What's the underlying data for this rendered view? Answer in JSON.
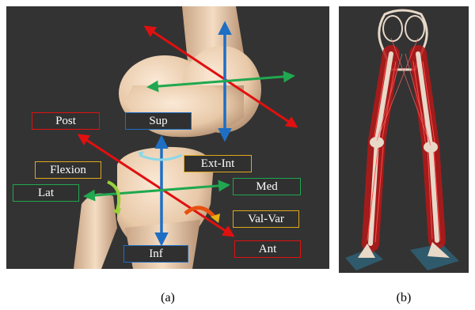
{
  "labels": {
    "post": "Post",
    "sup": "Sup",
    "ext_int": "Ext-Int",
    "flexion": "Flexion",
    "lat": "Lat",
    "med": "Med",
    "val_var": "Val-Var",
    "inf": "Inf",
    "ant": "Ant"
  },
  "captions": {
    "a": "(a)",
    "b": "(b)"
  },
  "colors": {
    "background": "#333333",
    "bone": "#e8c9a8",
    "red_axis": "#e01010",
    "blue_axis": "#1e6fc4",
    "green_axis": "#1fa84f",
    "yellow_box": "#e0a81c",
    "muscle": "#c01818",
    "platform": "#2f5a6b"
  }
}
